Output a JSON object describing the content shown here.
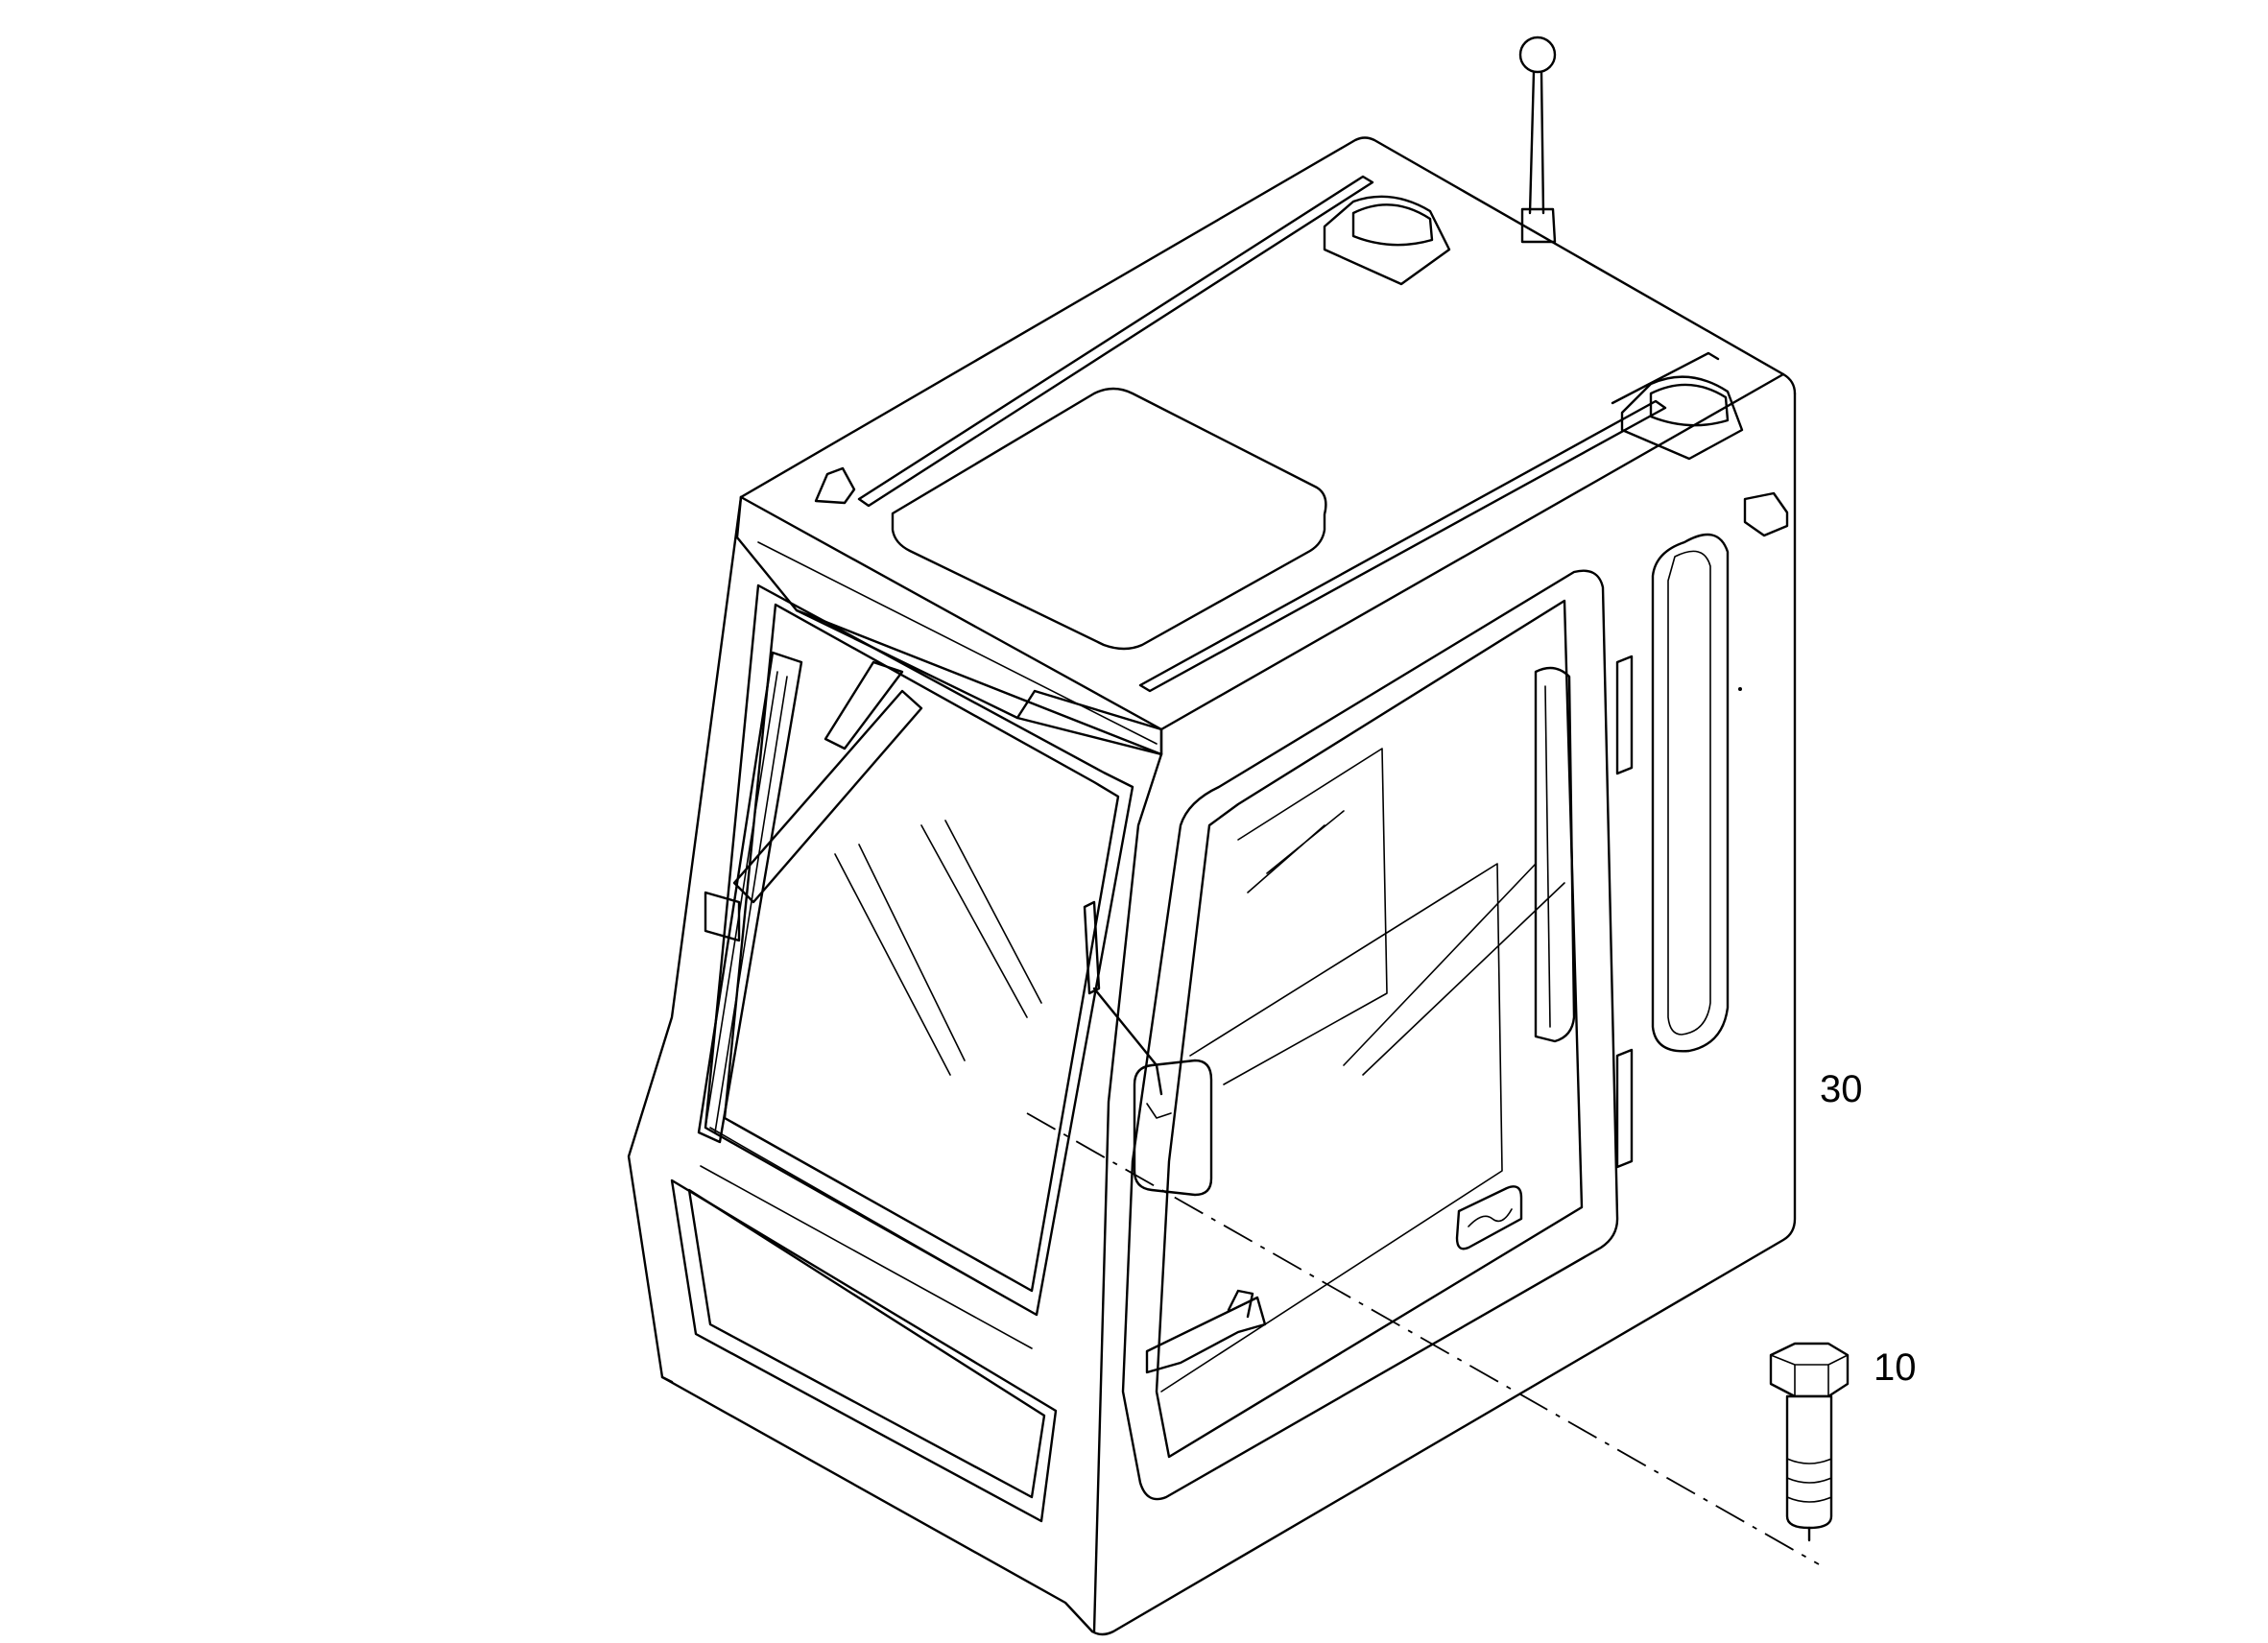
{
  "figure": {
    "callouts": [
      {
        "id": "30",
        "text": "30"
      },
      {
        "id": "10",
        "text": "10"
      }
    ]
  }
}
